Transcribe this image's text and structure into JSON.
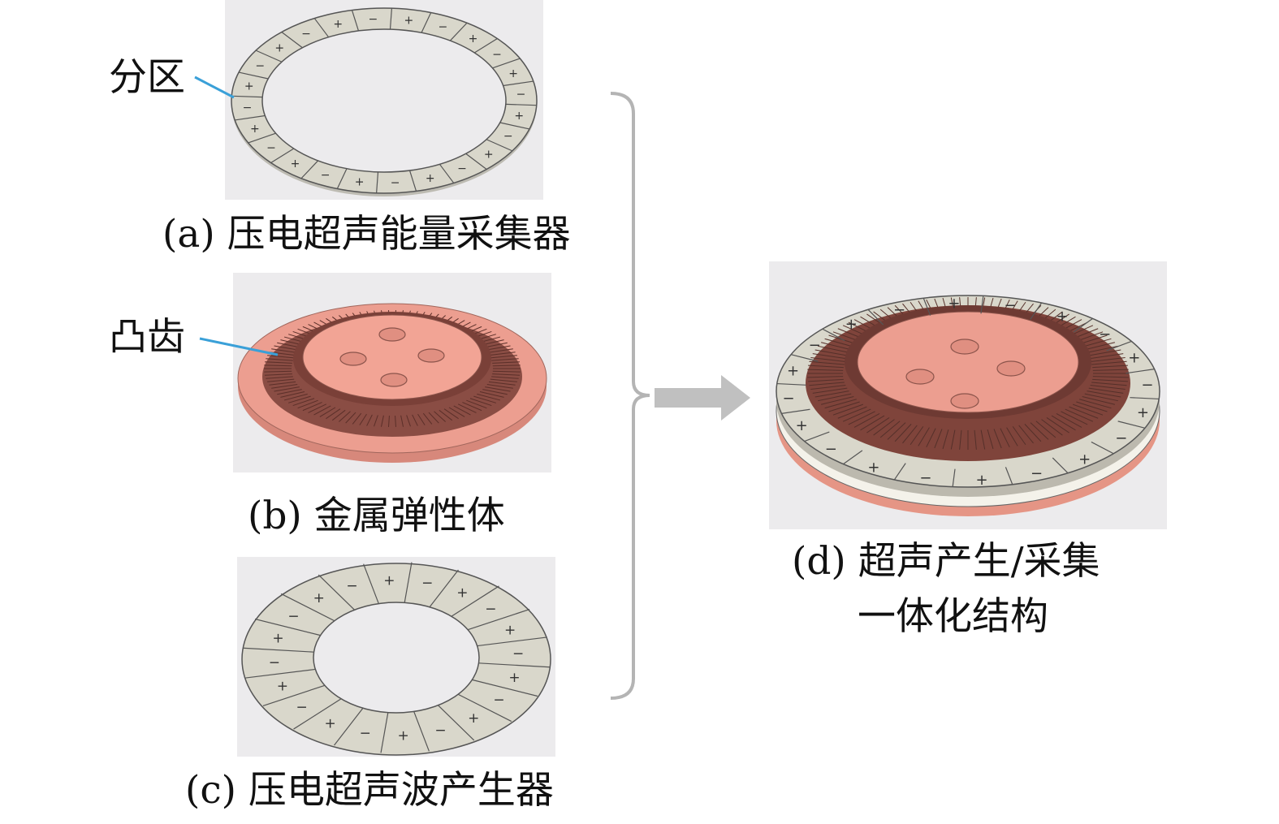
{
  "captions": {
    "a": "(a) 压电超声能量采集器",
    "b": "(b) 金属弹性体",
    "c": "(c) 压电超声波产生器",
    "d_line1": "(d) 超声产生/采集",
    "d_line2": "一体化结构"
  },
  "callouts": {
    "partition": "分区",
    "teeth": "凸齿"
  },
  "colors": {
    "panel_bg": "#ecebed",
    "ceramic": "#d9d7cb",
    "copper": "#ec9e90",
    "copper_dark": "#9d5c52",
    "leader": "#3aa0d8",
    "bracket": "#b4b4b4",
    "arrow": "#c0c0c0"
  },
  "icons": {
    "arrow": "right-arrow-icon",
    "bracket": "right-curly-bracket-icon"
  }
}
